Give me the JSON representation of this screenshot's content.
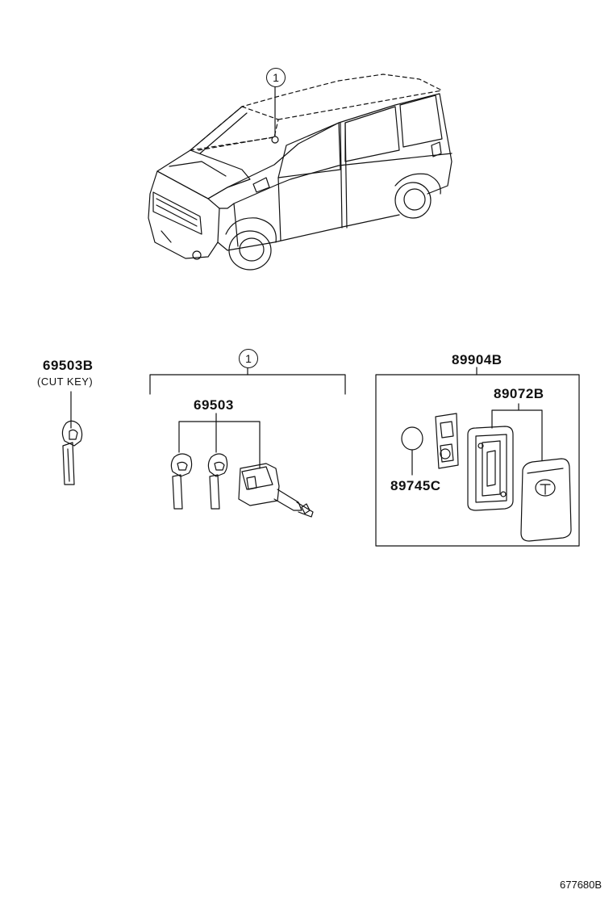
{
  "callout_1": "1",
  "parts": {
    "cut_key_number": "69503B",
    "cut_key_note": "(CUT KEY)",
    "key_set_number": "69503",
    "transmitter_assy_number": "89904B",
    "transmitter_case_number": "89072B",
    "battery_number": "89745C"
  },
  "illustration_code": "677680B"
}
